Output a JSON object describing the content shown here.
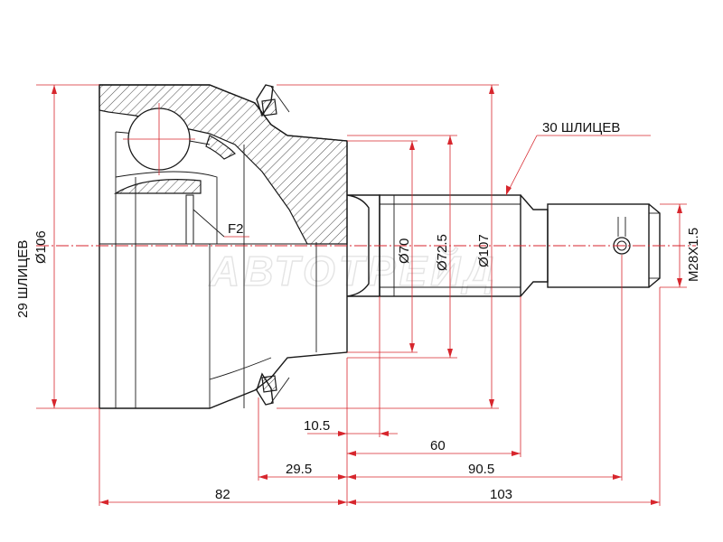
{
  "watermark": "АВТОТРЕЙД",
  "labels": {
    "splines_inner": "29 ШЛИЦЕВ",
    "dia_outer_left": "Ø106",
    "splines_outer": "30 ШЛИЦЕВ",
    "f2": "F2",
    "dia_70": "Ø70",
    "dia_72_5": "Ø72.5",
    "dia_107": "Ø107",
    "thread": "M28X1.5"
  },
  "dimensions": {
    "d_10_5": "10.5",
    "d_60": "60",
    "d_29_5": "29.5",
    "d_90_5": "90.5",
    "d_82": "82",
    "d_103": "103"
  },
  "colors": {
    "dimension_lines": "#d7262d",
    "outline": "#1a1a1a"
  }
}
